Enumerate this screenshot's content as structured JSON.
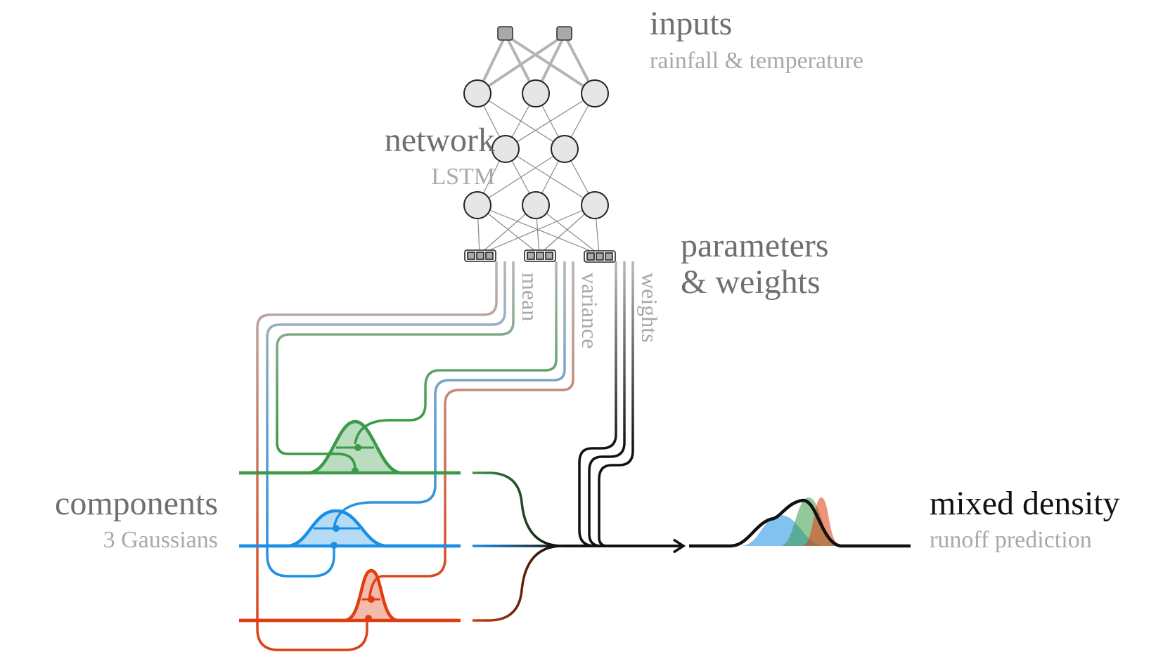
{
  "labels": {
    "inputs": "inputs",
    "inputs_sub": "rainfall & temperature",
    "network": "network",
    "network_sub": "LSTM",
    "parameters_line1": "parameters",
    "parameters_line2": "& weights",
    "mean": "mean",
    "variance": "variance",
    "weights": "weights",
    "components": "components",
    "components_sub": "3 Gaussians",
    "mixed": "mixed density",
    "mixed_sub": "runoff prediction"
  },
  "colors": {
    "title_gray": "#6f6f6f",
    "sub_gray": "#a8a8a8",
    "mixed_black": "#111111",
    "green": "#3a9a48",
    "blue": "#1a8fe6",
    "red": "#e03d10",
    "node_fill": "#e6e6e6",
    "edge_gray": "#b4b4b4",
    "edge_dark": "#8a8a8a"
  },
  "network": {
    "layers": [
      2,
      3,
      2,
      3
    ],
    "output_blocks": 3,
    "cells_per_block": 3
  }
}
